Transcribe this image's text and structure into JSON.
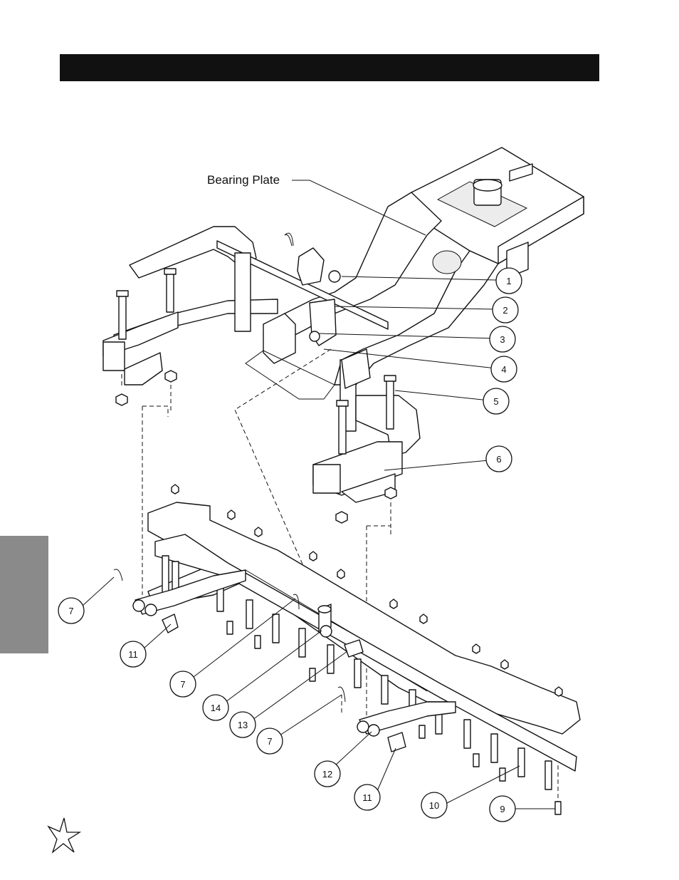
{
  "label": "Bearing Plate",
  "callouts": [
    {
      "num": "1"
    },
    {
      "num": "2"
    },
    {
      "num": "3"
    },
    {
      "num": "4"
    },
    {
      "num": "5"
    },
    {
      "num": "6"
    },
    {
      "num": "7"
    },
    {
      "num": "11"
    },
    {
      "num": "7"
    },
    {
      "num": "14"
    },
    {
      "num": "13"
    },
    {
      "num": "7"
    },
    {
      "num": "12"
    },
    {
      "num": "11"
    },
    {
      "num": "10"
    },
    {
      "num": "9"
    }
  ],
  "icons": {
    "logo": "star-logo-icon"
  },
  "colors": {
    "header": "#111111",
    "tab": "#8a8a8a"
  }
}
